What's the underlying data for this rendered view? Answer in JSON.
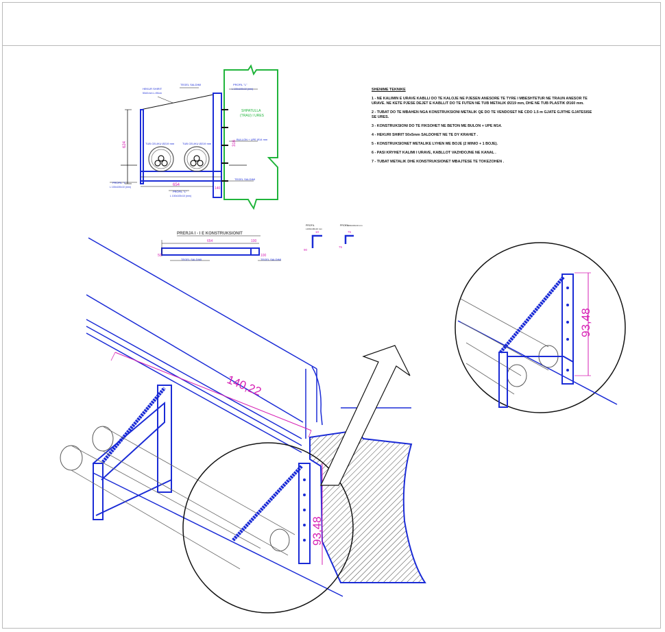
{
  "notes": {
    "title": "SHENIME TEKNIKE",
    "items": [
      "1 - NE KALIMIN E URAVE KABLLI DO TE KALOJE NE PJESEN ANESORE TE TYRE I MBESHTETUR NE TRAUN ANESOR TE URAVE. NE KETE PJESE DEJET E KABLLIT DO TE FUTEN NE TUB METALIK Ø219 mm, DHE NE TUB PLASTIK Ø160 mm.",
      "2 - TUBAT DO TE MBAHEN NGA KONSTRUKSIONI METALIK QE DO TE VENDOSET NE CDO 1.5 m GJATE GJITHE GJATESISE SE URES.",
      "3 - KONSTRUKSIONI DO TE FIKSOHET NE BETON ME BULON + UPE M14.",
      "4 - HEKURI SHIRIT 50x5mm SALDOHET NE TE DY KRAHET .",
      "5 - KONSTRUKSIONET METALIKE LYHEN ME BOJE (2 MINIO + 1 BOJE).",
      "6 - PASI KRYHET KALIMI I URAVE, KABLLOT VAZHDOJNE NE KANAL .",
      "7 - TUBAT METALIK DHE KONSTRUKSIONET MBAJTESE TE TOKEZOHEN ."
    ]
  },
  "section": {
    "hekur_shirit": "HEKUR SHIRIT",
    "hekur_shirit_dim": "50x5 mm  L=90cm",
    "tegel_saldimi": "TEGEL SALDIMI",
    "profil_l": "PROFIL \"L\"",
    "profil_l_spec": "L 100x100x10 (mm)",
    "shpatulla": "SHPATULLA\n(TRAU) I URES",
    "bulon": "BULLON + UPE Ø14 mm",
    "tub_celiku_1": "TUB CELIKU Ø219 mm",
    "tub_celiku_2": "TUB CELIKU Ø219 mm",
    "dim_654": "654",
    "dim_624": "624",
    "dim_140": "140",
    "dim_316": "316",
    "tegel_saldimi_2": "TEGEL SALDIMI",
    "profil_l_left": "PROFIL \"L\"",
    "profil_l_left_spec": "L 100x100x10 (mm)",
    "profil_l_bottom": "PROFIL \"L\"",
    "profil_l_bottom_spec": "L 100x100x10 (mm)"
  },
  "detail": {
    "title": "PRERJA I - I E KONSTRUKSIONIT",
    "dim_654": "654",
    "dim_100": "100",
    "dim_50": "50",
    "tegel_left": "TEGEL SALDIMI",
    "tegel_right": "TEGEL SALDIMI"
  },
  "profiles": {
    "profil_a": "PROFIL",
    "profil_a_spec": "L100x100x10 mm",
    "profil_b": "PROFIL",
    "profil_b_spec": "L 100x100x10 mm",
    "dim_a1": "10",
    "dim_a2": "90",
    "dim_b1": "75",
    "dim_b2": "75"
  },
  "iso": {
    "dim_long": "140,22",
    "dim_height": "93,48",
    "dim_height_zoom": "93,48"
  },
  "colors": {
    "blue": "#1a2bd6",
    "magenta": "#d61fb4",
    "green": "#1fb43a",
    "dark": "#111111",
    "gray": "#8a8a8a"
  }
}
